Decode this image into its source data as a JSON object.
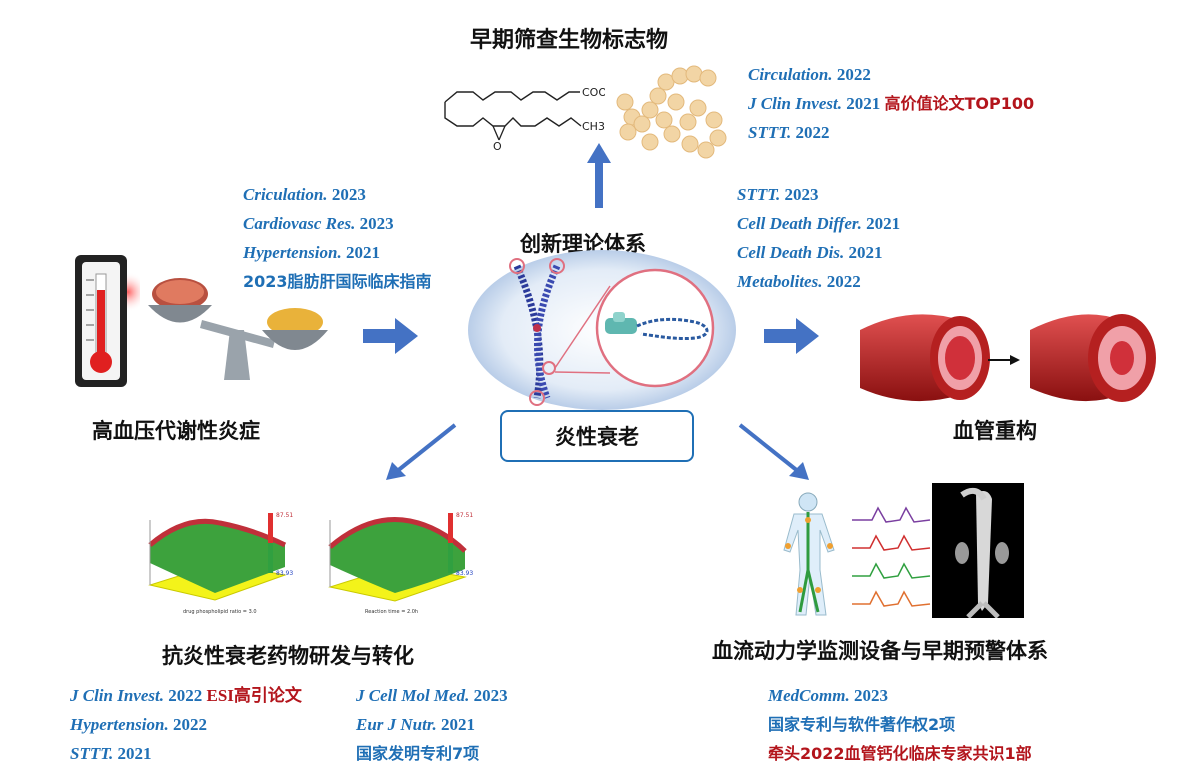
{
  "titles": {
    "top": "早期筛查生物标志物",
    "center": "创新理论体系",
    "left": "高血压代谢性炎症",
    "right": "血管重构",
    "bottom_left": "抗炎性衰老药物研发与转化",
    "bottom_right": "血流动力学监测设备与早期预警体系",
    "center_box": "炎性衰老"
  },
  "molecule": {
    "cooh": "COOH",
    "ch3": "CH3",
    "o": "O"
  },
  "refs_top": [
    {
      "journal": "Circulation.",
      "year": "2022",
      "note": ""
    },
    {
      "journal": "J Clin Invest.",
      "year": "2021",
      "note": "高价值论文TOP100"
    },
    {
      "journal": "STTT.",
      "year": "2022",
      "note": ""
    }
  ],
  "refs_left": [
    {
      "journal": "Criculation.",
      "year": "2023"
    },
    {
      "journal": "Cardiovasc Res.",
      "year": "2023"
    },
    {
      "journal": "Hypertension.",
      "year": "2021"
    }
  ],
  "left_guideline": "2023脂肪肝国际临床指南",
  "refs_right": [
    {
      "journal": "STTT.",
      "year": "2023"
    },
    {
      "journal": "Cell Death Differ.",
      "year": "2021"
    },
    {
      "journal": "Cell Death Dis.",
      "year": "2021"
    },
    {
      "journal": "Metabolites.",
      "year": "2022"
    }
  ],
  "refs_bl_col1": [
    {
      "journal": "J Clin Invest.",
      "year": "2022",
      "note": "ESI高引论文"
    },
    {
      "journal": "Hypertension.",
      "year": "2022",
      "note": ""
    },
    {
      "journal": "STTT.",
      "year": "2021",
      "note": ""
    }
  ],
  "refs_bl_col2": [
    {
      "journal": "J Cell Mol Med.",
      "year": "2023"
    },
    {
      "journal": "Eur J Nutr.",
      "year": "2021"
    }
  ],
  "bl_patent": "国家发明专利7项",
  "refs_br": {
    "journal": "MedComm.",
    "year": "2023",
    "line2": "国家专利与软件著作权2项",
    "line3": "牵头2022血管钙化临床专家共识1部"
  },
  "surface_plot": {
    "scale_max": "87.51",
    "scale_min": "83.93",
    "xlabel_1": "drug phospholipid ratio = 3.0",
    "xlabel_2": "Reaction time = 2.0h"
  },
  "colors": {
    "accent_blue": "#1f6fb5",
    "arrow_blue": "#4472c4",
    "highlight_red": "#b3151c"
  }
}
